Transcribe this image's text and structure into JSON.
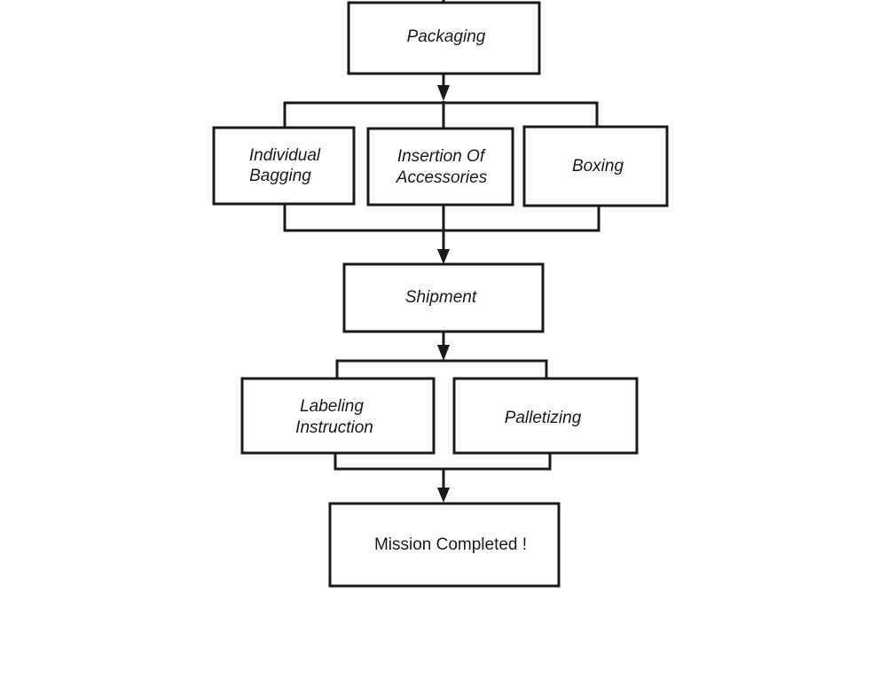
{
  "diagram": {
    "nodes": {
      "packaging": [
        "Packaging"
      ],
      "individual_bagging": [
        "Individual",
        "Bagging"
      ],
      "insertion_of_accessories": [
        "Insertion Of",
        "Accessories"
      ],
      "boxing": [
        "Boxing"
      ],
      "shipment": [
        "Shipment"
      ],
      "labeling_instruction": [
        "Labeling",
        "Instruction"
      ],
      "palletizing": [
        "Palletizing"
      ],
      "mission_completed": [
        "Mission Completed !"
      ]
    }
  }
}
